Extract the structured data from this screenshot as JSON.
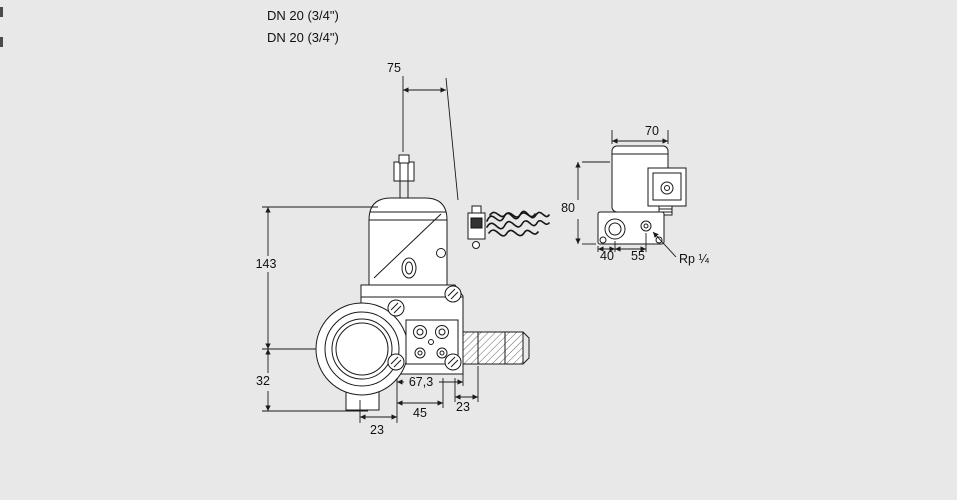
{
  "labels": {
    "dn_line1": "DN 20 (3/4\")",
    "dn_line2": "DN 20 (3/4\")"
  },
  "dimensions": {
    "top_width": "75",
    "main_height": "143",
    "lower_height": "32",
    "bottom_left_width": "23",
    "bottom_mid_width": "45",
    "body_width": "67,3",
    "bottom_right_width": "23",
    "side_top_width": "70",
    "side_height": "80",
    "side_bottom_left": "40",
    "side_bottom_mid": "55",
    "side_port_thread": "Rp ¼"
  },
  "colors": {
    "background": "#e8e8e8",
    "line": "#1a1a1a",
    "fill": "#ffffff"
  }
}
